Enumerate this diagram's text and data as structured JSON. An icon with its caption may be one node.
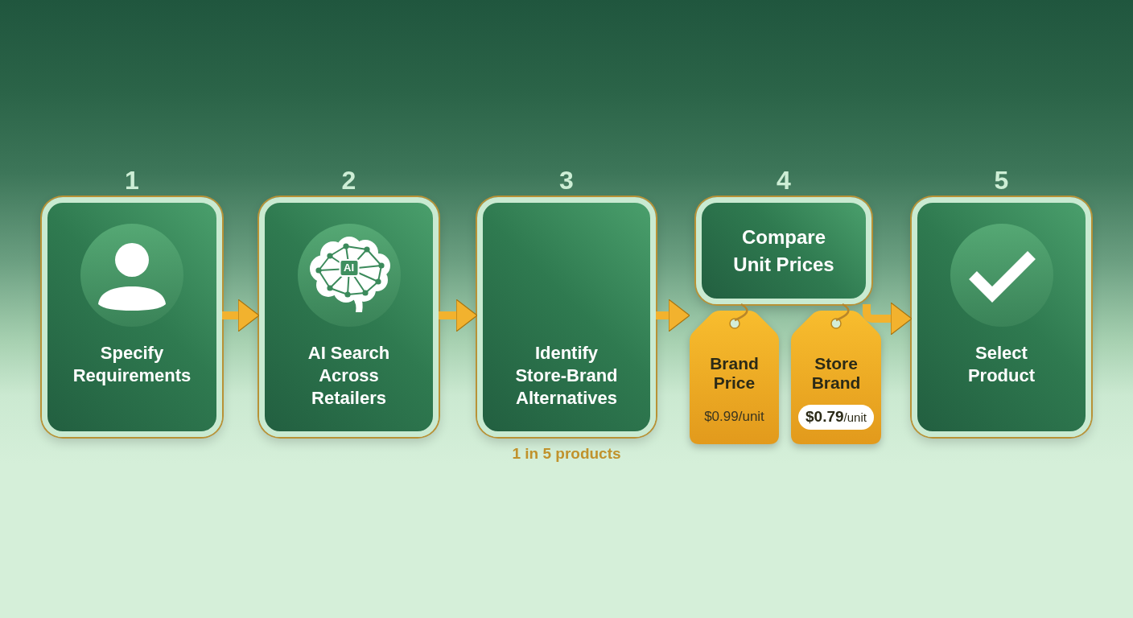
{
  "diagram": {
    "nodes": [
      {
        "text": [
          "1",
          "Specify Requirements"
        ]
      },
      {
        "text": [
          "2",
          "AI Search Across Retailers"
        ]
      },
      {
        "text": [
          "3",
          "Identify Store-Brand Alternatives"
        ],
        "beside": [
          "1 in 5 products"
        ]
      },
      {
        "text": [
          "4",
          "Compare Unit Prices"
        ]
      },
      {
        "text": [
          "Brand Price",
          "$0.99/unit"
        ]
      },
      {
        "text": [
          "Store Brand",
          "**$0.79**/unit"
        ]
      },
      {
        "text": [
          "5",
          "Select Product"
        ]
      }
    ],
    "edges": [
      {
        "from": 0,
        "to": 1,
        "arrow": "to"
      },
      {
        "from": 1,
        "to": 2,
        "arrow": "to"
      },
      {
        "from": 2,
        "to": 4,
        "arrow": "to"
      },
      {
        "from": 3,
        "to": 4,
        "arrow": "none",
        "color": "#b8862a"
      },
      {
        "from": 3,
        "to": 5,
        "arrow": "none",
        "color": "#b8862a"
      },
      {
        "from": 3,
        "to": 6,
        "arrow": "to"
      }
    ],
    "labels": [
      "AI"
    ]
  }
}
